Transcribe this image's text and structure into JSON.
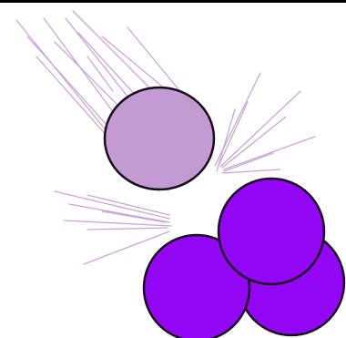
{
  "scene": {
    "description_free": true,
    "colors": {
      "frame": "#000000",
      "ray": "#c7a6d6",
      "projectile_fill": "#c39ad1",
      "cluster_fill": "#9407f4",
      "outline": "#1a0b1f",
      "background": "#ffffff"
    },
    "elements": {
      "projectile_ball": {
        "role": "incoming-particle"
      },
      "cluster": {
        "count": 3,
        "role": "target-particles"
      }
    }
  }
}
